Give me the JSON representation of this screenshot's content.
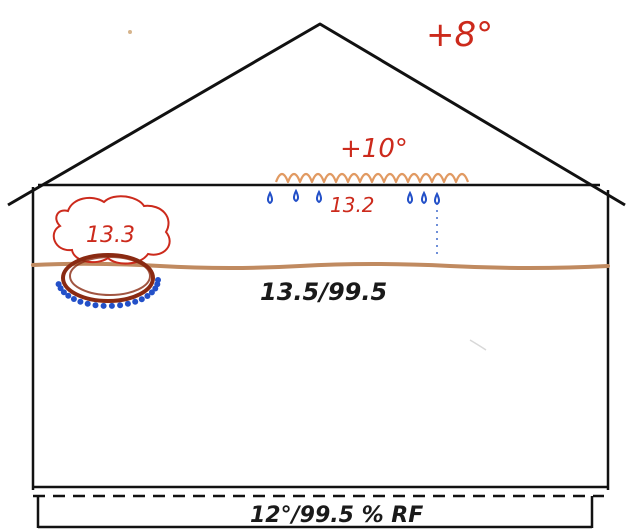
{
  "labels": {
    "attic_temp": "+8°",
    "heater_temp": "+10°",
    "ceiling_temp": "13.2",
    "spot_temp": "13.3",
    "room_reading": "13.5/99.5",
    "base_reading": "12°/99.5 % RF"
  },
  "colors": {
    "outline": "#111111",
    "red_text": "#cc2a1c",
    "heater_coil": "#e19a62",
    "pipe": "#c08a60",
    "condensation": "#2350c8",
    "stain_ring": "#8a2a12",
    "black_text": "#1a1a1a"
  }
}
